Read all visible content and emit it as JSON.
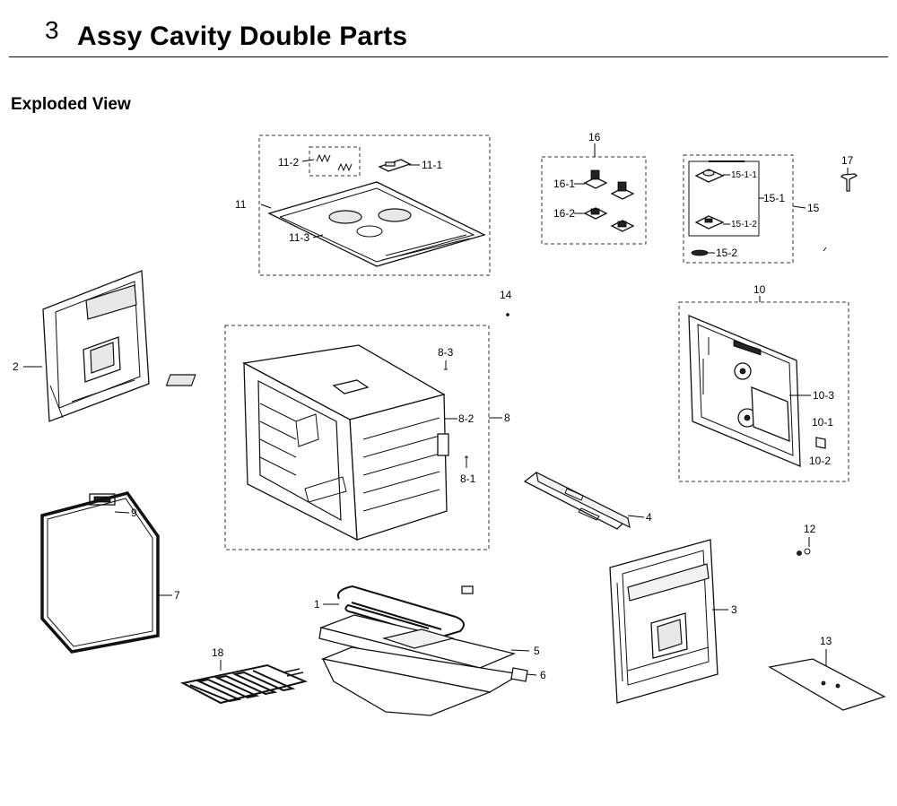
{
  "header": {
    "section_number": "3",
    "section_title": "Assy Cavity Double Parts",
    "subtitle": "Exploded View"
  },
  "callouts": {
    "c1": "1",
    "c2": "2",
    "c3": "3",
    "c4": "4",
    "c5": "5",
    "c6": "6",
    "c7": "7",
    "c8": "8",
    "c8_1": "8-1",
    "c8_2": "8-2",
    "c8_3": "8-3",
    "c9": "9",
    "c10": "10",
    "c10_1": "10-1",
    "c10_2": "10-2",
    "c10_3": "10-3",
    "c11": "11",
    "c11_1": "11-1",
    "c11_2": "11-2",
    "c11_3": "11-3",
    "c12": "12",
    "c13": "13",
    "c14": "14",
    "c15": "15",
    "c15_1": "15-1",
    "c15_1_1": "15-1-1",
    "c15_1_2": "15-1-2",
    "c15_2": "15-2",
    "c16": "16",
    "c16_1": "16-1",
    "c16_2": "16-2",
    "c17": "17",
    "c18": "18"
  }
}
